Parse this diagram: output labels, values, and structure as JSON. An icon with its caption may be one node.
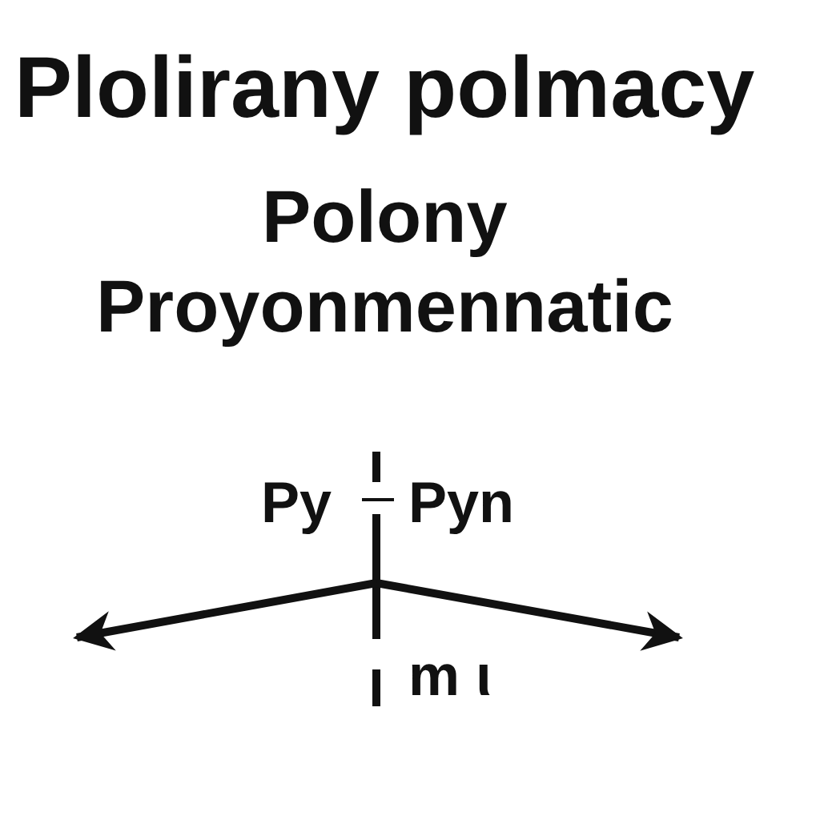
{
  "diagram": {
    "title": "Plolirany polmacy",
    "labels": [
      "Polony",
      "Proyonmennatic",
      "Py",
      "Pyn",
      "m ι"
    ]
  }
}
